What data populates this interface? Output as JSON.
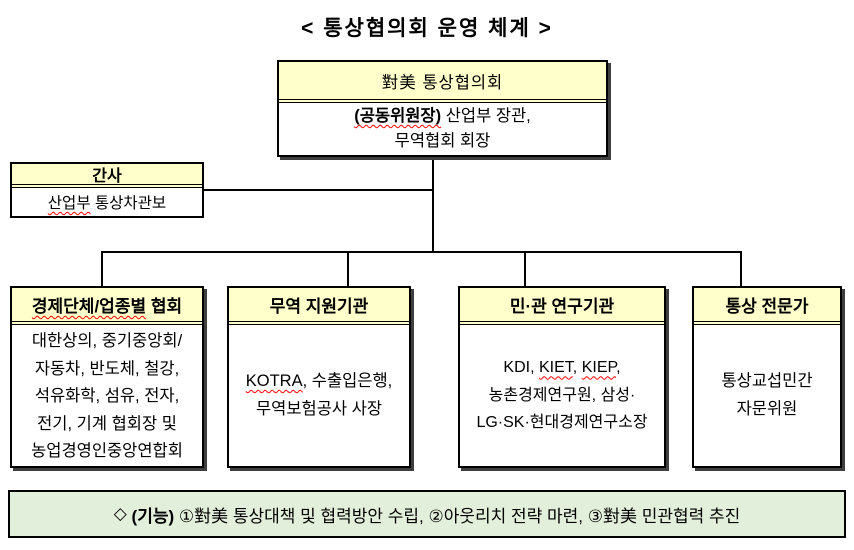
{
  "title": "< 통상협의회 운영 체계 >",
  "top_box": {
    "header": "對美 통상협의회",
    "chair_label": "(공동위원장)",
    "chair_rest": "산업부 장관,",
    "line2": "무역협회 회장"
  },
  "secretary_box": {
    "header": "간사",
    "body_underlined": "산업부",
    "body_rest": "통상차관보"
  },
  "boxes": {
    "economy": {
      "header_underlined": "경제단체/업종별",
      "header_rest": "협회",
      "lines": [
        "대한상의, 중기중앙회/",
        "자동차, 반도체, 철강,",
        "석유화학, 섬유, 전자,",
        "전기, 기계 협회장 및",
        "농업경영인중앙연합회"
      ]
    },
    "trade": {
      "header": "무역 지원기관",
      "line1_underlined": "KOTRA",
      "line1_rest": ", 수출입은행,",
      "line2": "무역보험공사 사장"
    },
    "research": {
      "header": "민·관 연구기관",
      "line1_a": "KDI,",
      "line1_kiet": "KIET",
      "line1_b": ",",
      "line1_kiep": "KIEP",
      "line1_c": ",",
      "line2": "농촌경제연구원, 삼성·",
      "line3": "LG·SK·현대경제연구소장"
    },
    "expert": {
      "header": "통상 전문가",
      "line1": "통상교섭민간",
      "line2": "자문위원"
    }
  },
  "footer": {
    "diamond": "◇",
    "label": "(기능)",
    "text": "①對美 통상대책 및 협력방안 수립, ②아웃리치 전략 마련, ③對美 민관협력 추진"
  },
  "colors": {
    "box_header_bg": "#FFFFCC",
    "footer_bg": "#E2EFDA",
    "border": "#000000",
    "spellcheck_underline": "#FF0000",
    "box_shadow": "#3F3F3F"
  }
}
